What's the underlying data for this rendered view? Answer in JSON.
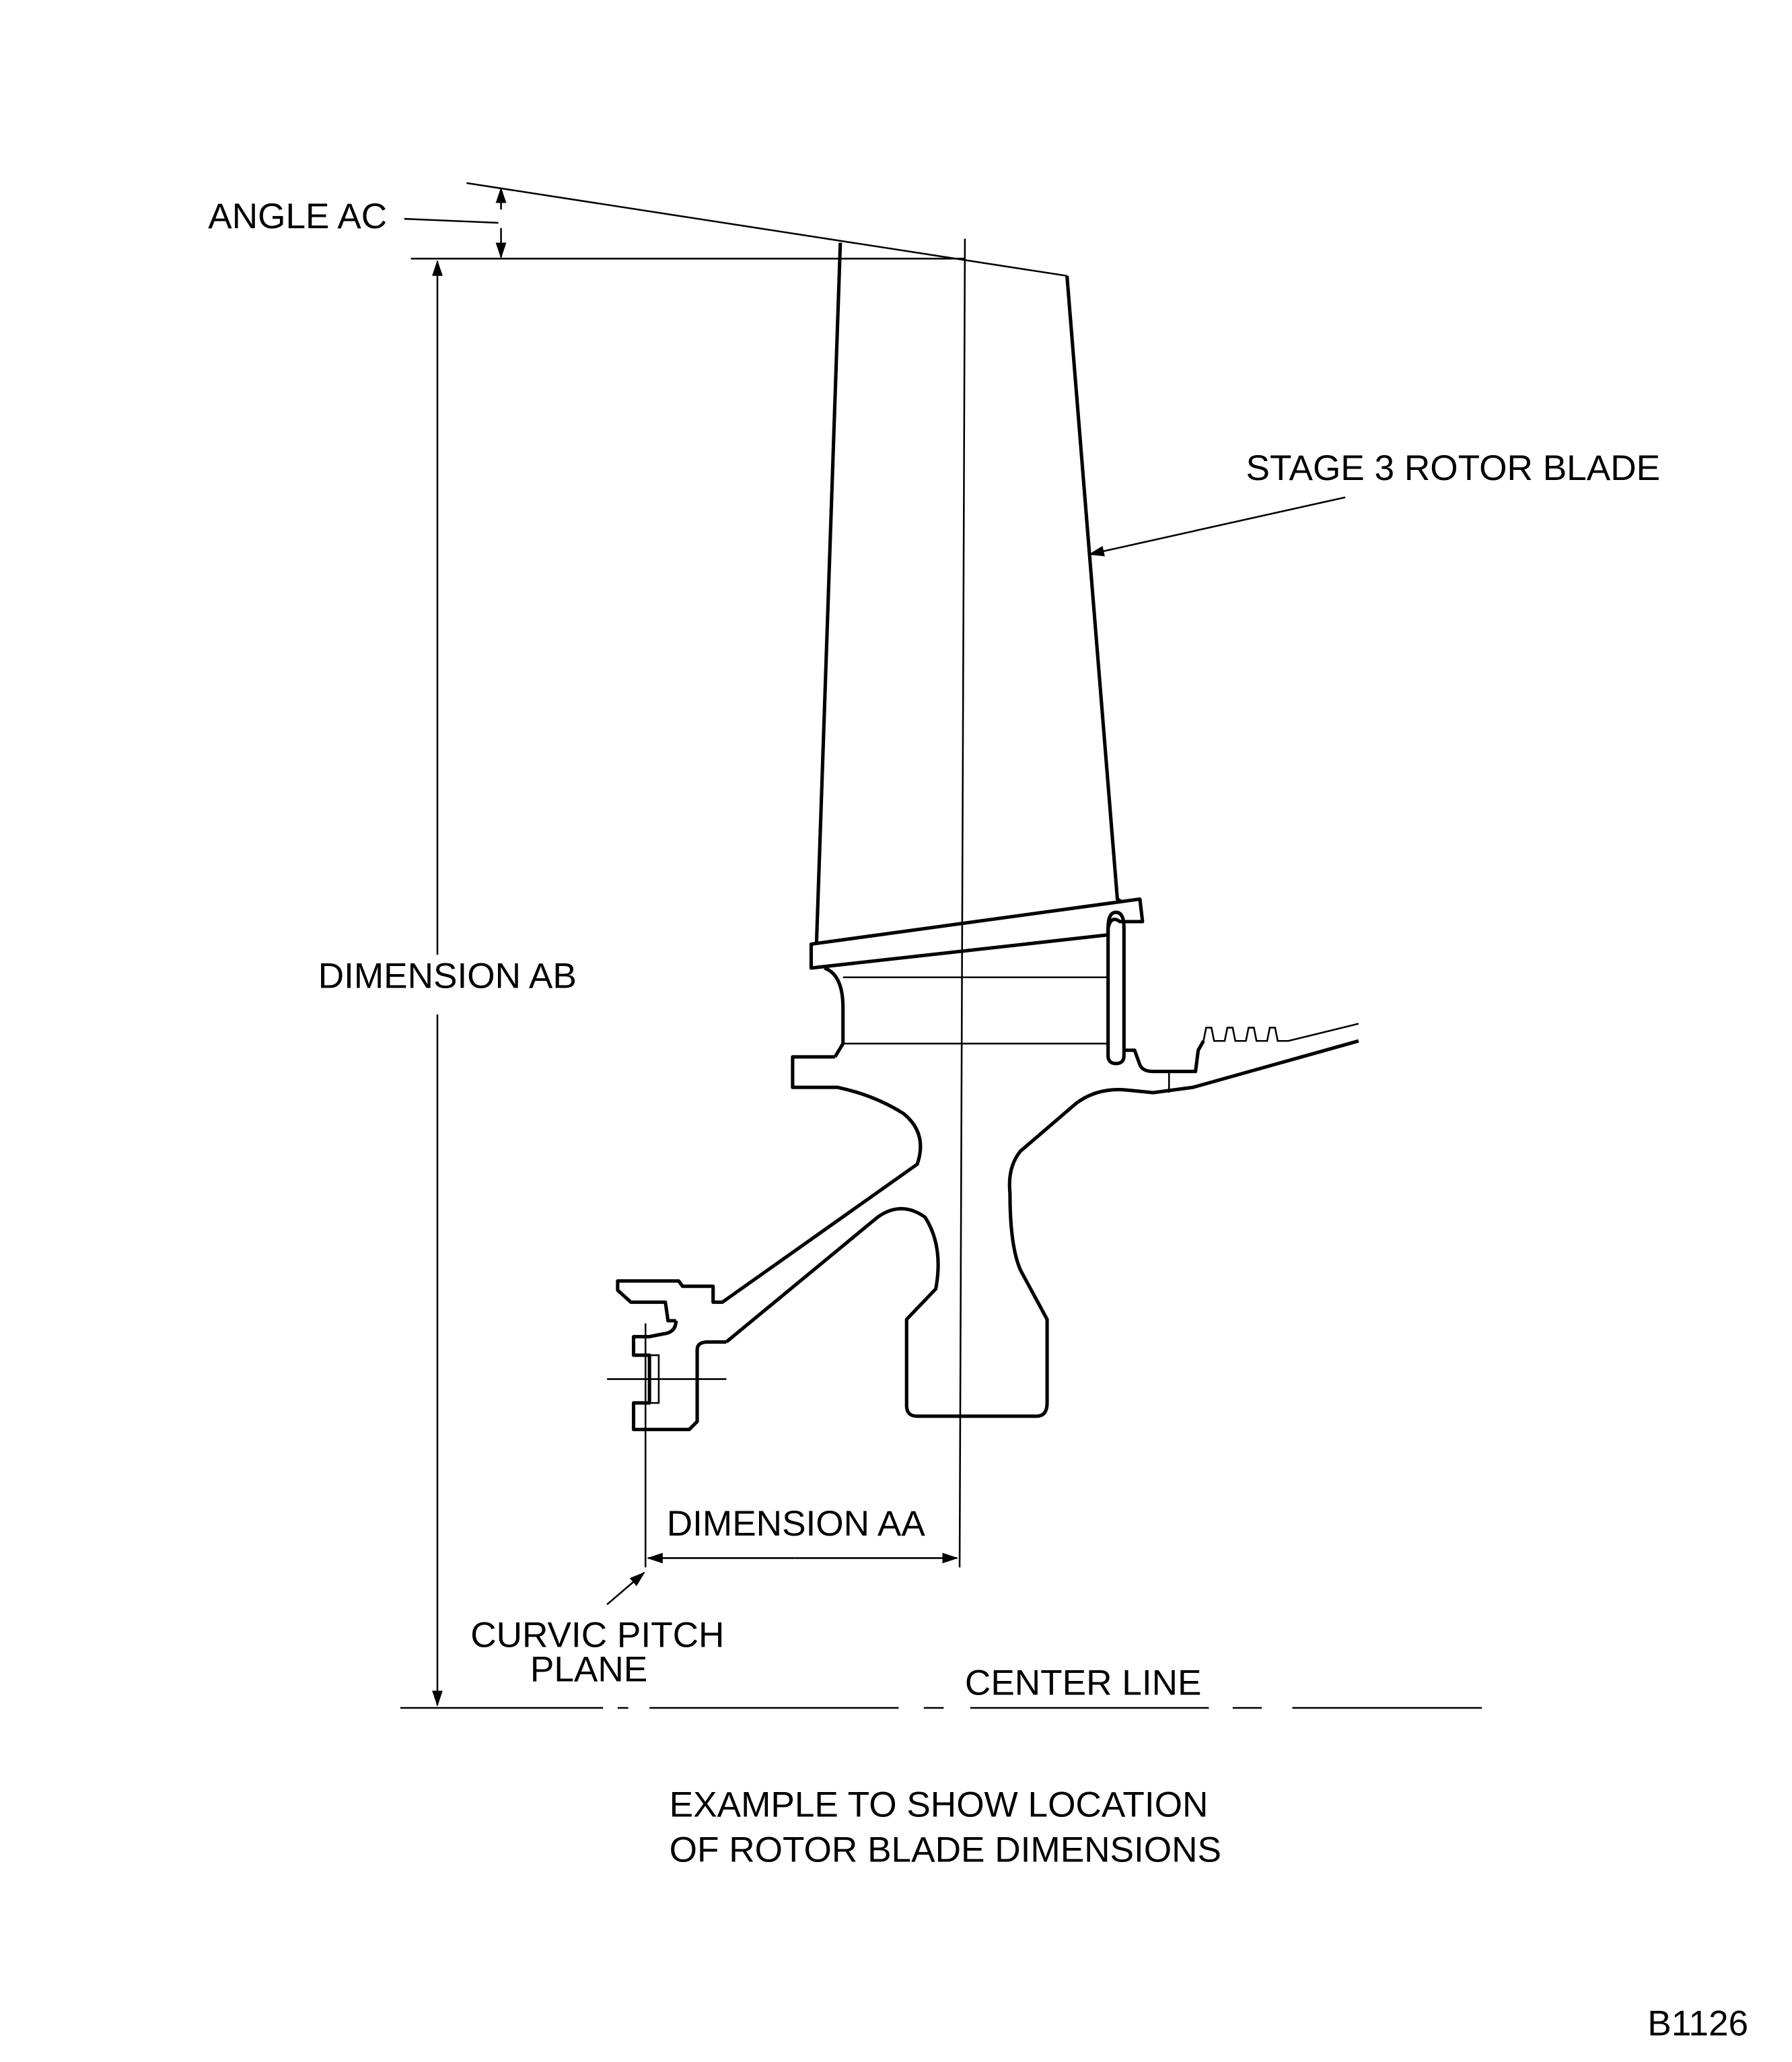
{
  "labels": {
    "angle_ac": "ANGLE AC",
    "stage3_blade": "STAGE 3 ROTOR BLADE",
    "dimension_ab": "DIMENSION AB",
    "dimension_aa": "DIMENSION AA",
    "curvic_line1": "CURVIC PITCH",
    "curvic_line2": "PLANE",
    "center_line": "CENTER LINE"
  },
  "caption": {
    "line1": "EXAMPLE TO SHOW LOCATION",
    "line2": "OF ROTOR BLADE DIMENSIONS"
  },
  "figure_id": "B1126"
}
